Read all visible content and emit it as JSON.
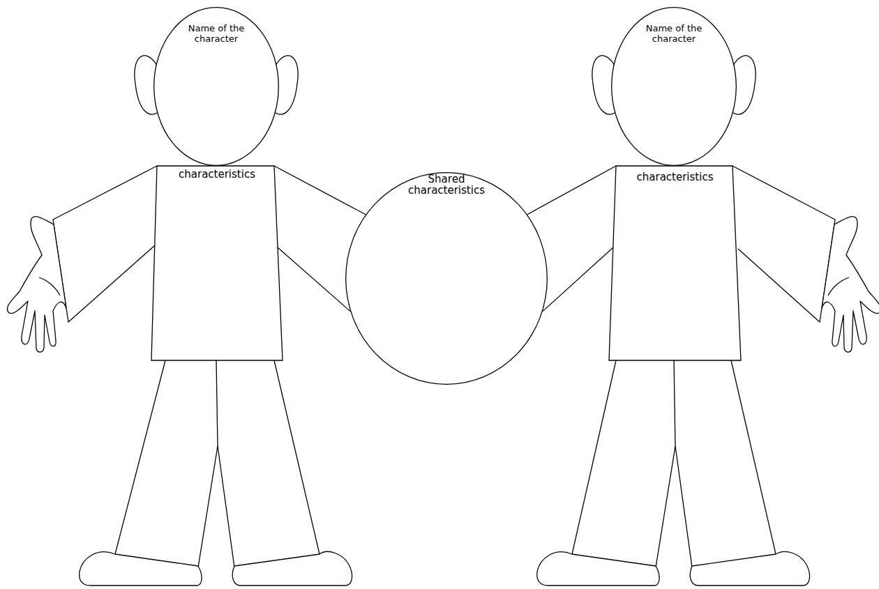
{
  "diagram": {
    "nodes": [
      {
        "text": [
          "Name of the character"
        ]
      },
      {
        "text": [
          "characteristics"
        ]
      },
      {
        "text": [
          "Shared characteristics"
        ]
      },
      {
        "text": [
          "Name of the character"
        ]
      },
      {
        "text": [
          "characteristics"
        ]
      }
    ],
    "edges": [
      {
        "from": 1,
        "to": 2,
        "arrow": "none"
      },
      {
        "from": 4,
        "to": 2,
        "arrow": "none"
      }
    ]
  }
}
